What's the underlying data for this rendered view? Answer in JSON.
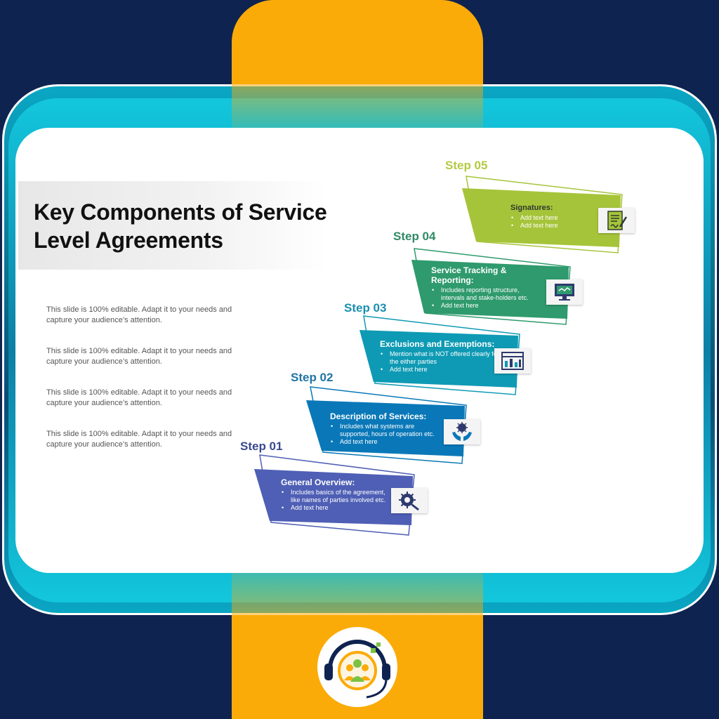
{
  "title": "Key Components of Service Level Agreements",
  "paragraphs": [
    "This slide is 100% editable. Adapt it to your needs and capture your audience’s attention.",
    "This slide is 100% editable. Adapt it to your needs and capture your audience’s attention.",
    "This slide is 100% editable. Adapt it to your needs and capture your audience’s attention.",
    "This slide is 100% editable. Adapt it to your needs and capture your audience’s attention."
  ],
  "steps": [
    {
      "label": "Step 01",
      "title": "General Overview:",
      "bullets": [
        "Includes basics of the agreement, like names of parties involved etc.",
        "Add text here"
      ],
      "color": "#4f5fb5",
      "label_color": "#3a4a8f",
      "icon": "gear-search-icon"
    },
    {
      "label": "Step 02",
      "title": "Description of Services:",
      "bullets": [
        "Includes what systems are supported, hours of operation etc.",
        "Add text here"
      ],
      "color": "#0a78b8",
      "label_color": "#1f74a6",
      "icon": "hand-virus-icon"
    },
    {
      "label": "Step 03",
      "title": "Exclusions and Exemptions:",
      "bullets": [
        "Mention what is NOT offered clearly for the either parties",
        "Add text here"
      ],
      "color": "#0e9ab4",
      "label_color": "#1a8fb0",
      "icon": "browser-chart-icon"
    },
    {
      "label": "Step 04",
      "title": "Service Tracking & Reporting:",
      "bullets": [
        "Includes reporting structure, intervals and stake-holders etc.",
        "Add text here"
      ],
      "color": "#2f9a6d",
      "label_color": "#2f8a66",
      "icon": "monitor-icon"
    },
    {
      "label": "Step 05",
      "title": "Signatures:",
      "bullets": [
        "Add text here",
        "Add text here"
      ],
      "color": "#a6c43a",
      "label_color": "#b4cb44",
      "icon": "contract-sign-icon"
    }
  ],
  "colors": {
    "background": "#0f2350",
    "accent": "#fbab08",
    "frame": "#0aa7c4"
  }
}
